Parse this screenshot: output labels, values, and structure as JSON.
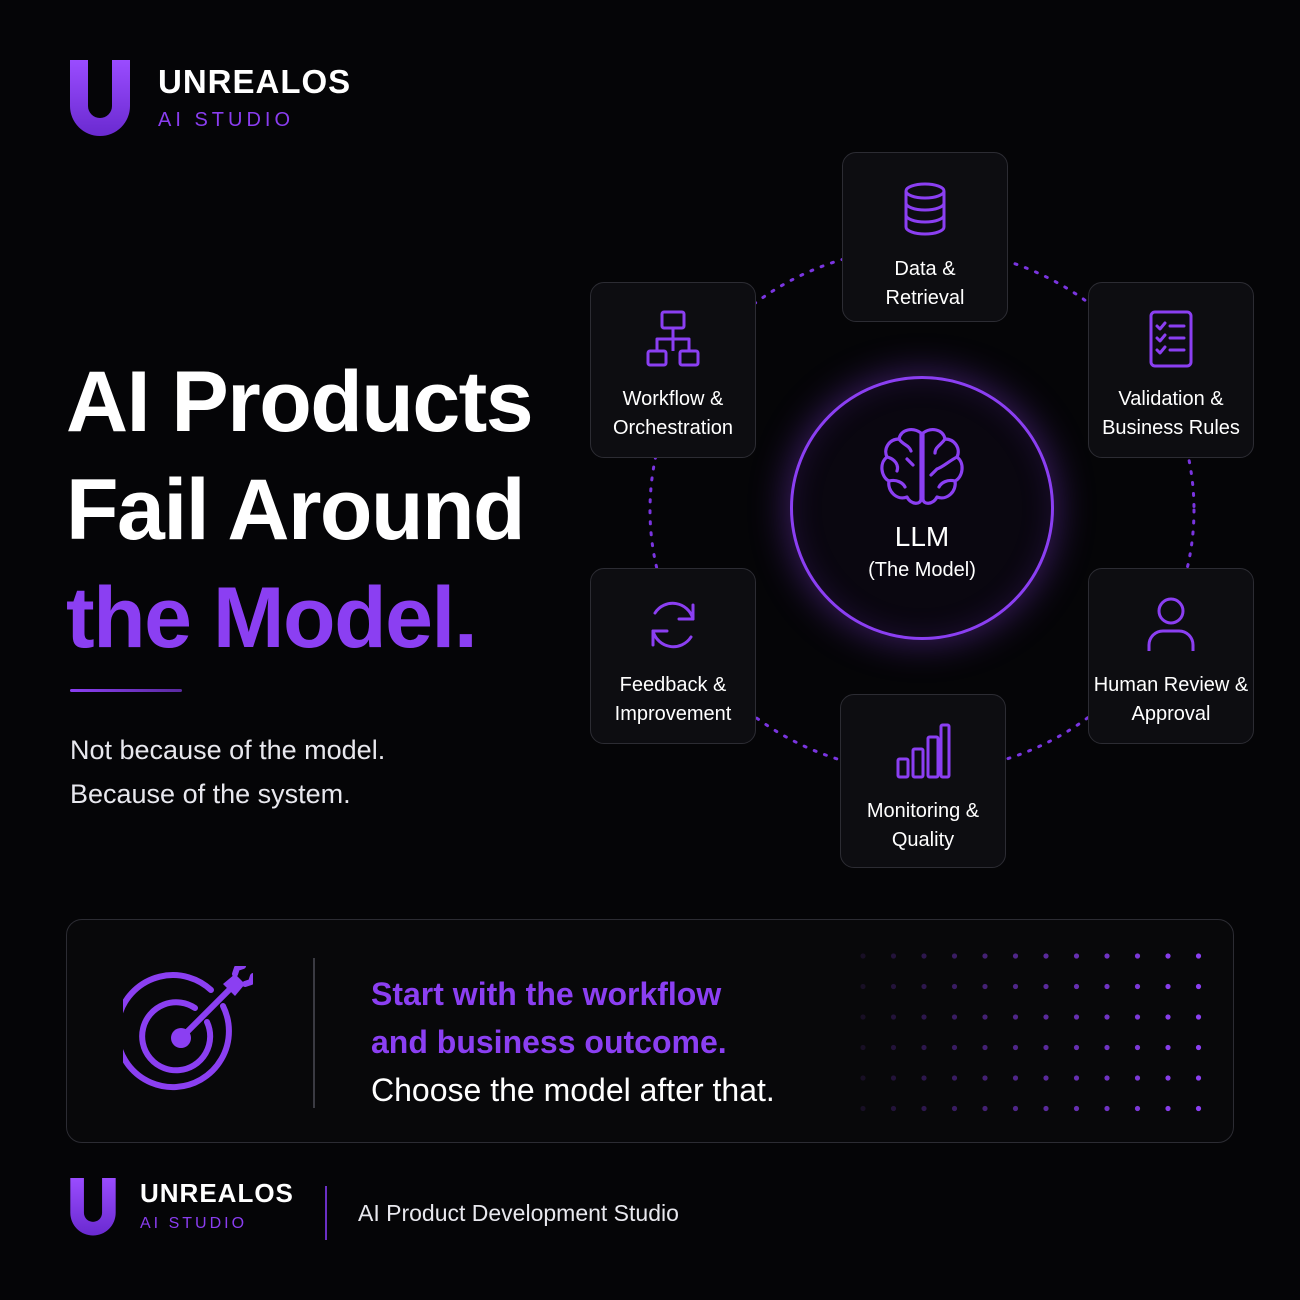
{
  "brand": {
    "name": "UNREALOS",
    "sub": "AI STUDIO"
  },
  "headline": {
    "line1": "AI Products",
    "line2": "Fail Around",
    "line3": "the Model."
  },
  "subtext": {
    "line1": "Not because of the model.",
    "line2": "Because of the system."
  },
  "diagram": {
    "center": {
      "title": "LLM",
      "subtitle": "(The Model)",
      "icon": "brain-icon"
    },
    "nodes": [
      {
        "label": "Data &\nRetrieval",
        "icon": "database-icon"
      },
      {
        "label": "Validation &\nBusiness Rules",
        "icon": "checklist-icon"
      },
      {
        "label": "Human Review &\nApproval",
        "icon": "user-icon"
      },
      {
        "label": "Monitoring &\nQuality",
        "icon": "bar-chart-icon"
      },
      {
        "label": "Feedback &\nImprovement",
        "icon": "refresh-icon"
      },
      {
        "label": "Workflow &\nOrchestration",
        "icon": "flowchart-icon"
      }
    ]
  },
  "callout": {
    "highlight1": "Start with the workflow",
    "highlight2": "and business outcome.",
    "plain": "Choose the model after that.",
    "icon": "target-icon"
  },
  "footer": {
    "tagline": "AI Product Development Studio"
  },
  "colors": {
    "accent": "#8b3ff2",
    "background": "#050507",
    "card": "#0d0d11",
    "border": "#2c2c33"
  }
}
